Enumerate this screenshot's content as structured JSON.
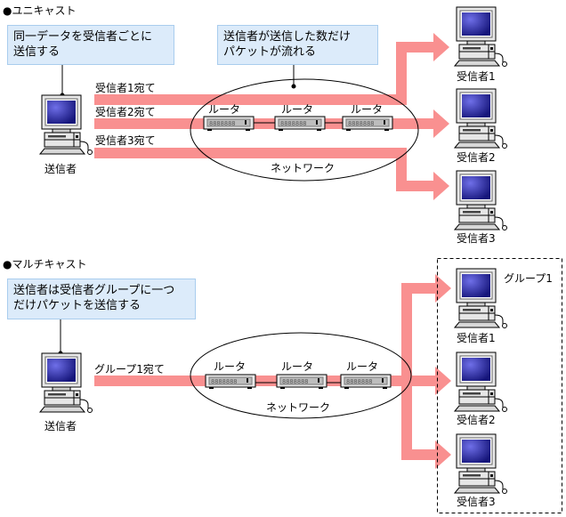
{
  "colors": {
    "flow": "#f99090",
    "callout_bg": "#dcebfa",
    "callout_border": "#a9cdee",
    "screen": "#2b2ba8",
    "outline": "#000000"
  },
  "unicast": {
    "heading": "●ユニキャスト",
    "callout_sender": "同一データを受信者ごとに\n送信する",
    "callout_network": "送信者が送信した数だけ\nパケットが流れる",
    "sender_label": "送信者",
    "flows": [
      {
        "label": "受信者1宛て"
      },
      {
        "label": "受信者2宛て"
      },
      {
        "label": "受信者3宛て"
      }
    ],
    "routers": [
      "ルータ",
      "ルータ",
      "ルータ"
    ],
    "network_label": "ネットワーク",
    "receivers": [
      "受信者1",
      "受信者2",
      "受信者3"
    ]
  },
  "multicast": {
    "heading": "●マルチキャスト",
    "callout_sender": "送信者は受信者グループに一つ\nだけパケットを送信する",
    "sender_label": "送信者",
    "flow_label": "グループ1宛て",
    "routers": [
      "ルータ",
      "ルータ",
      "ルータ"
    ],
    "network_label": "ネットワーク",
    "group_label": "グループ1",
    "receivers": [
      "受信者1",
      "受信者2",
      "受信者3"
    ]
  }
}
